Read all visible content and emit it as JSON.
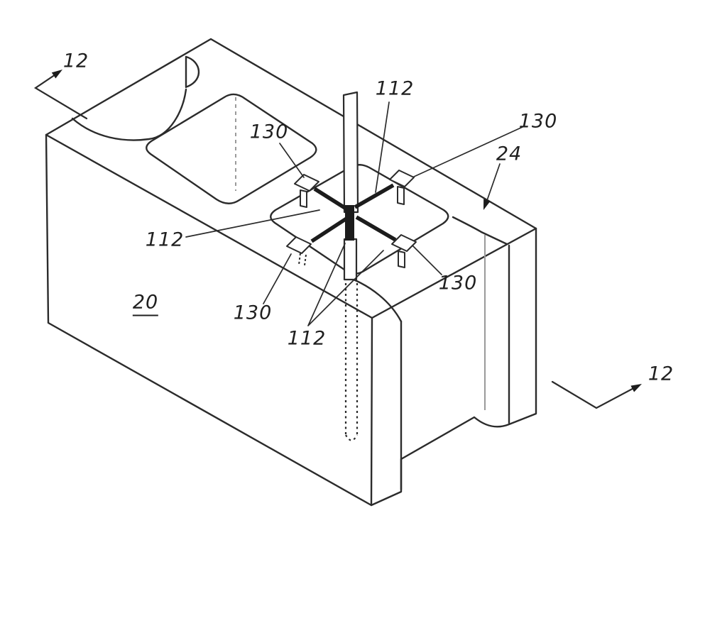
{
  "figure": {
    "background": "#ffffff",
    "ink_color": "#2b2b2b",
    "light_line_color": "#9a9a9a",
    "labels": [
      {
        "id": "section-12-top-left",
        "text": "12"
      },
      {
        "id": "ref-130-upper-left",
        "text": "130"
      },
      {
        "id": "ref-112-top",
        "text": "112"
      },
      {
        "id": "ref-130-upper-right",
        "text": "130"
      },
      {
        "id": "ref-24",
        "text": "24"
      },
      {
        "id": "ref-112-left",
        "text": "112"
      },
      {
        "id": "ref-20",
        "text": "20",
        "underlined": true
      },
      {
        "id": "ref-130-lower-left",
        "text": "130"
      },
      {
        "id": "ref-112-bottom",
        "text": "112"
      },
      {
        "id": "ref-130-lower-right",
        "text": "130"
      },
      {
        "id": "section-12-bottom-right",
        "text": "12"
      }
    ]
  }
}
